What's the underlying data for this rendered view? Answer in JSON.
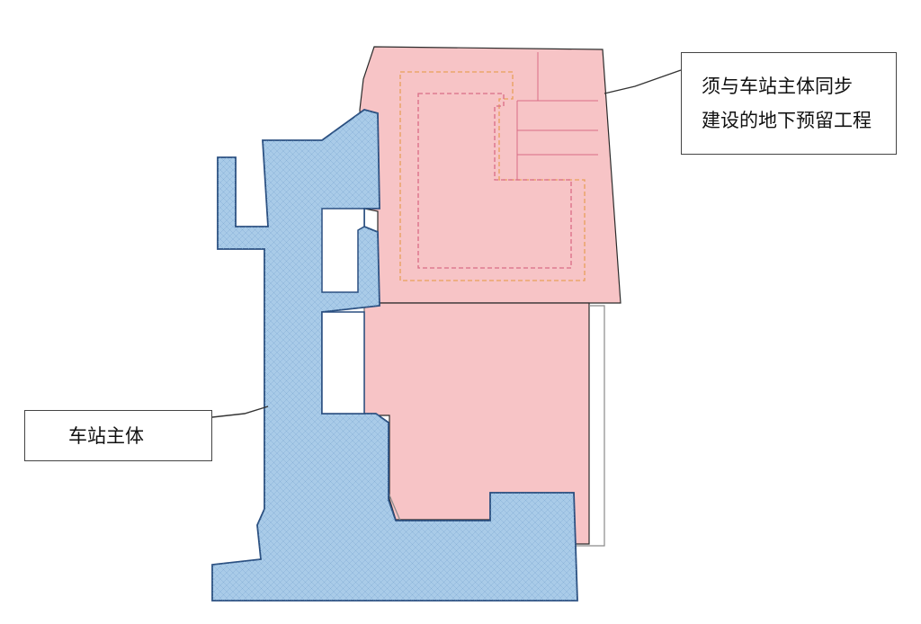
{
  "colors": {
    "station_main_fill": "#a9cbe8",
    "station_main_stroke": "#2a4f80",
    "reserved_fill": "#f7c4c6",
    "reserved_stroke": "#2b2b2b",
    "reserved_dashed_orange": "#e8a05a",
    "reserved_dashed_pink": "#d96c86"
  },
  "labels": {
    "reserved_line1": "须与车站主体同步",
    "reserved_line2": "建设的地下预留工程",
    "station_main": "车站主体"
  }
}
